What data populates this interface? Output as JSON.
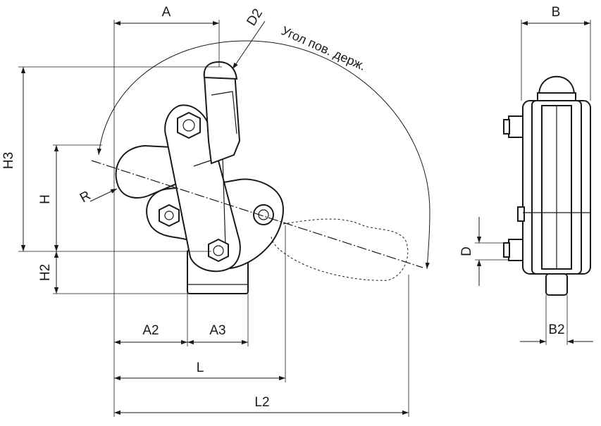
{
  "labels": {
    "A": "A",
    "B": "B",
    "D2": "D2",
    "H3": "H3",
    "H": "H",
    "R": "R",
    "H2": "H2",
    "A2": "A2",
    "A3": "A3",
    "L": "L",
    "L2": "L2",
    "D": "D",
    "B2": "B2"
  },
  "annotation": {
    "swing_angle": "Угол пов. держ."
  },
  "colors": {
    "line": "#1a1a1a",
    "background": "#ffffff"
  }
}
